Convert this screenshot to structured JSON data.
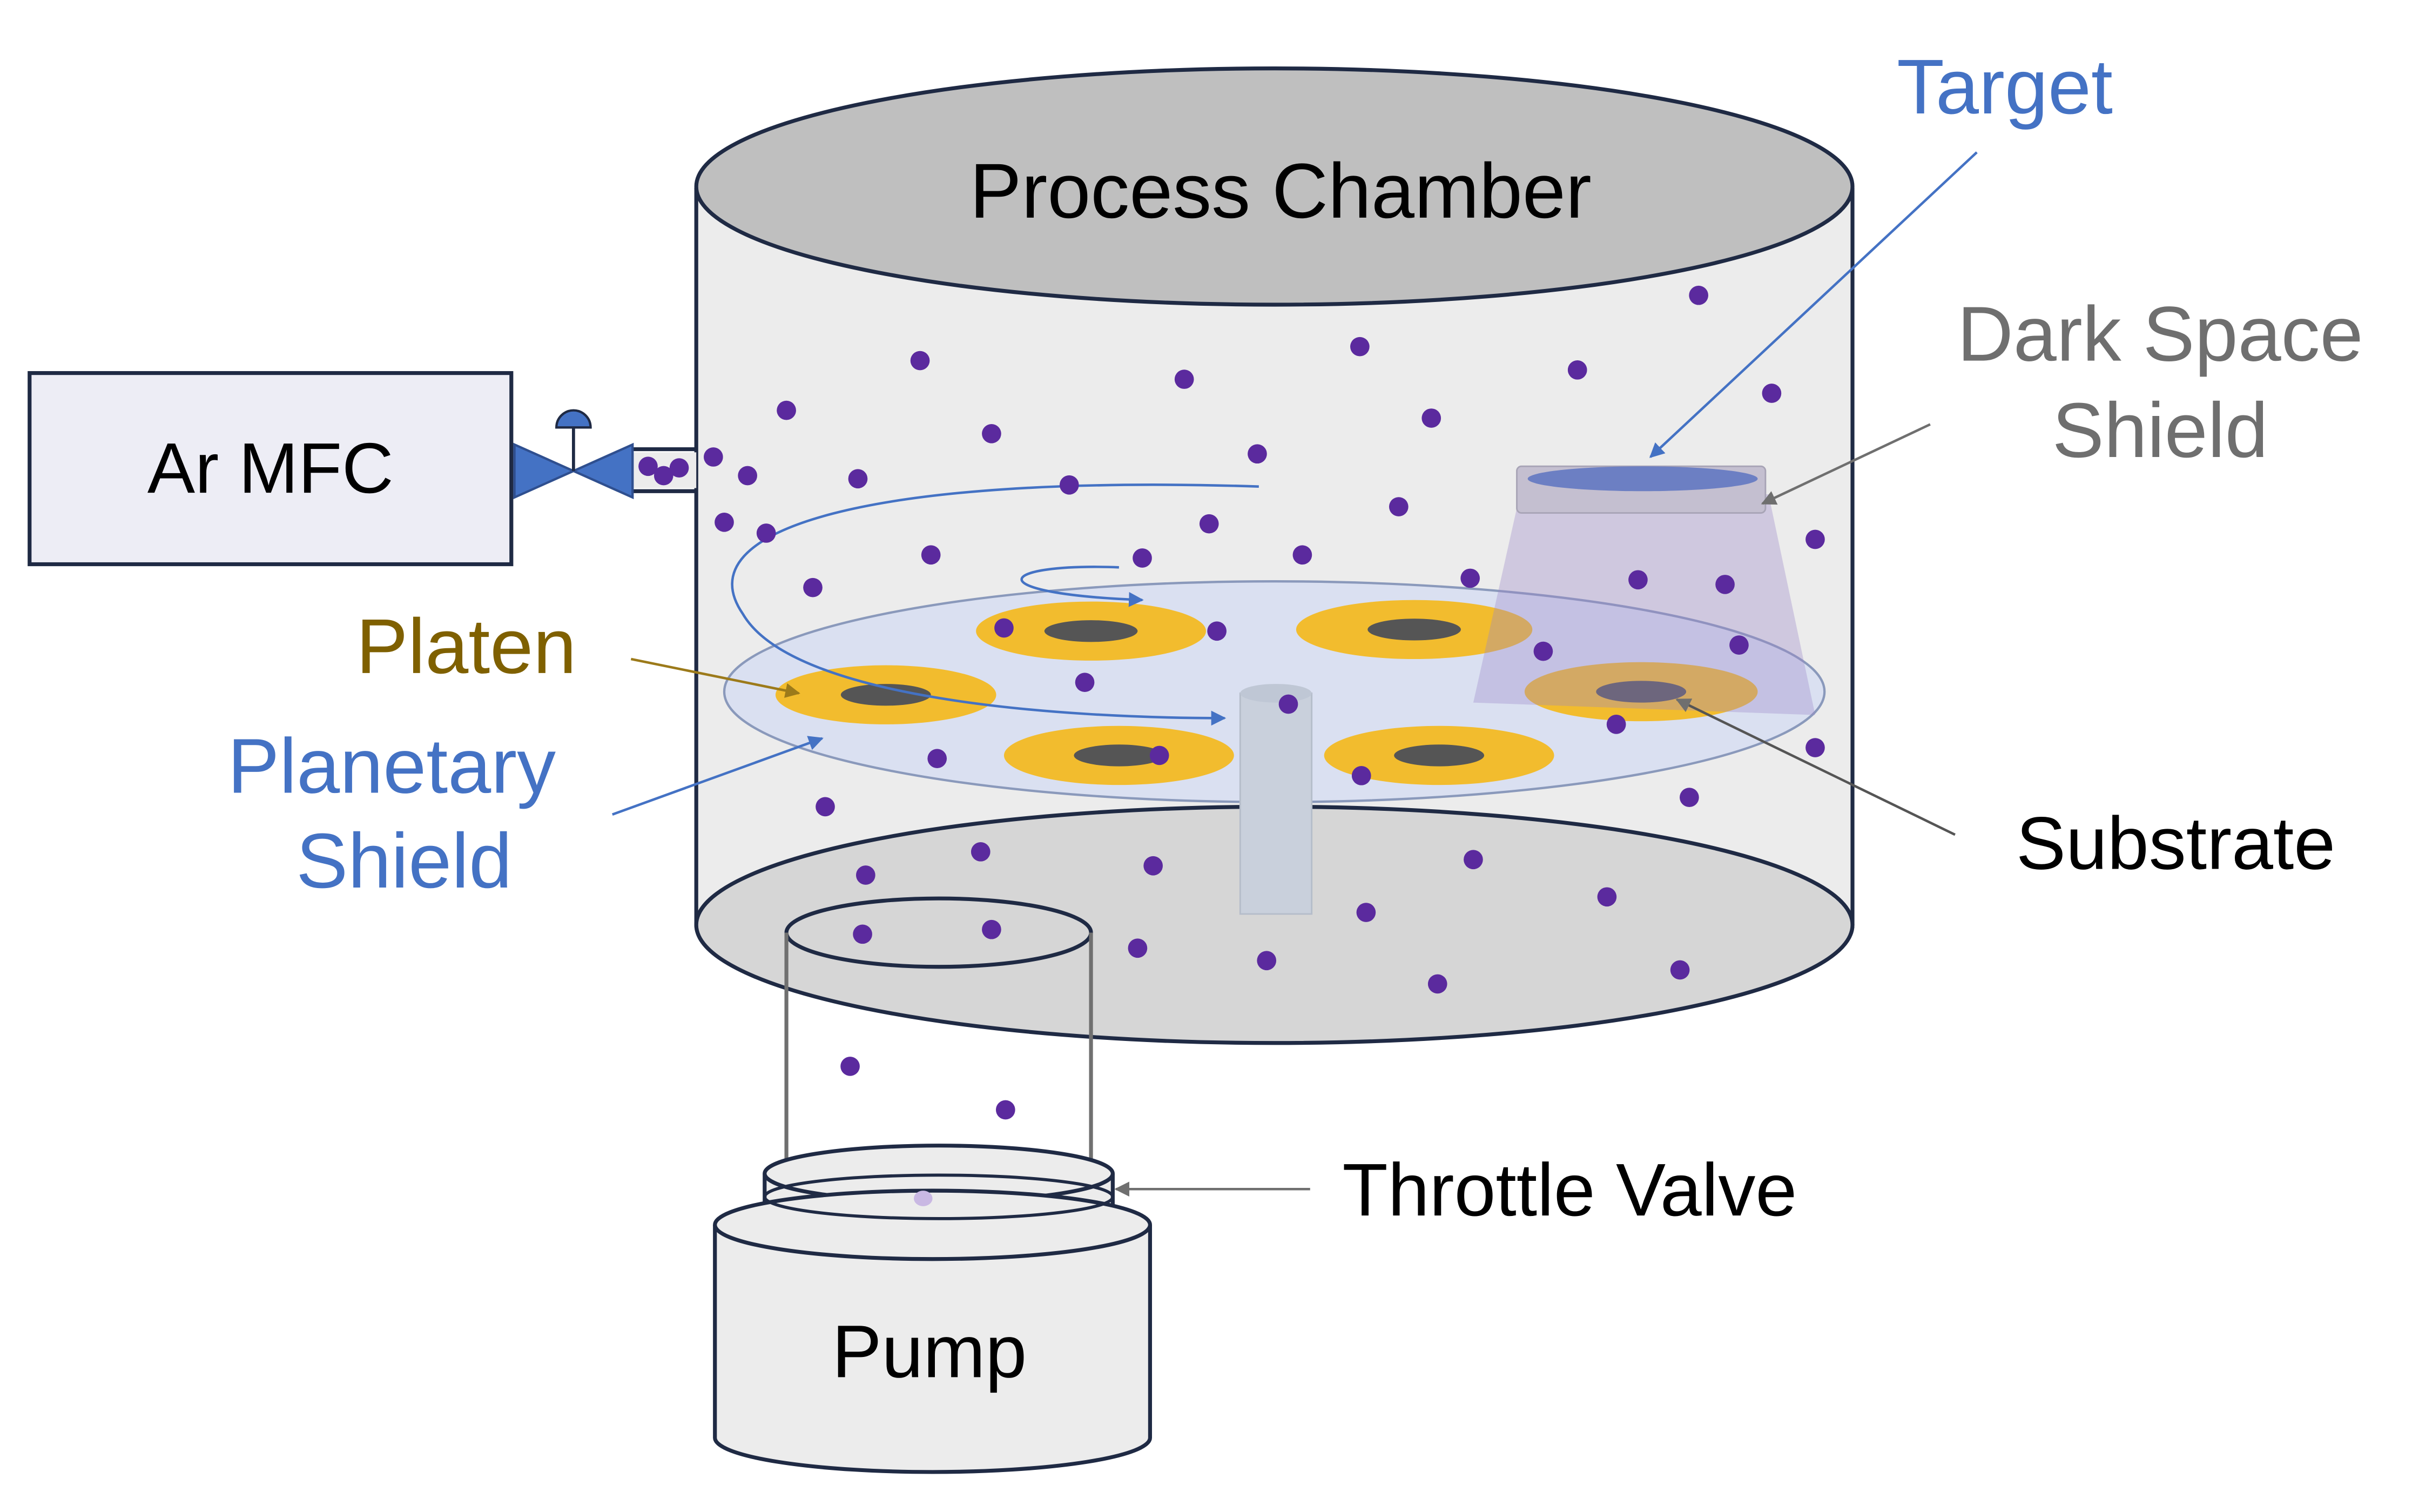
{
  "labels": {
    "process_chamber": "Process Chamber",
    "target": "Target",
    "dark_space_shield_line1": "Dark Space",
    "dark_space_shield_line2": "Shield",
    "ar_mfc": "Ar MFC",
    "platen": "Platen",
    "planetary_shield_line1": "Planetary",
    "planetary_shield_line2": "Shield",
    "substrate": "Substrate",
    "throttle_valve": "Throttle Valve",
    "pump": "Pump"
  },
  "colors": {
    "target_label": "#4472c4",
    "platen_label": "#7f6000",
    "planetary_label": "#4472c4",
    "dark_space_label": "#6f6f6f",
    "particle": "#5b2a9e",
    "wafer_ring": "#f2bc2e",
    "wafer_center": "#555555",
    "chamber_top": "#bfbfbf",
    "chamber_body": "#ececec",
    "outline": "#1f2a44"
  }
}
